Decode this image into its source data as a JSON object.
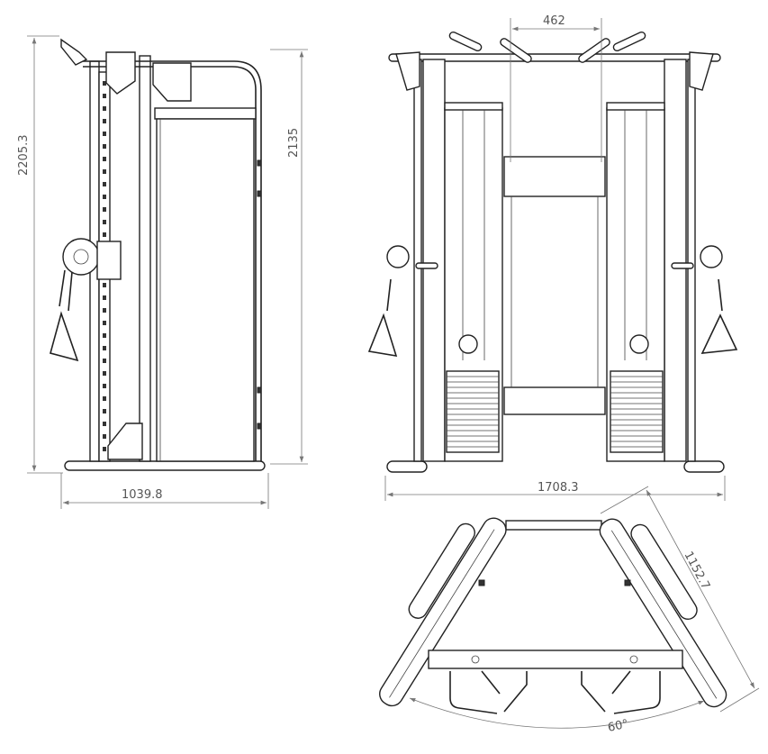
{
  "title": "Functional trainer technical drawing",
  "views": {
    "side": {
      "overall_height": "2205.3",
      "frame_height": "2135",
      "depth": "1039.8"
    },
    "front": {
      "handle_spacing": "462",
      "width": "1708.3"
    },
    "top": {
      "arm_length": "1152.7",
      "angle": "60°"
    }
  },
  "colors": {
    "line": "#222222",
    "dimension": "#777777"
  }
}
